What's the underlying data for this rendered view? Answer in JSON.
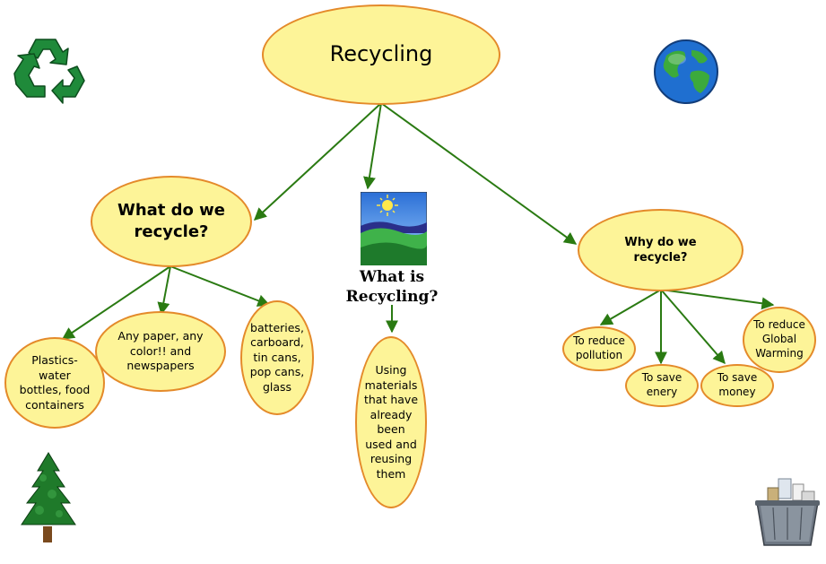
{
  "root": {
    "label": "Recycling"
  },
  "center": {
    "title": "What is\nRecycling?",
    "definition": "Using\nmaterials\nthat have\nalready\nbeen\nused and\nreusing\nthem"
  },
  "left": {
    "question": "What do we\nrecycle?",
    "items": [
      "Plastics-\nwater\nbottles, food\ncontainers",
      "Any paper, any\ncolor!! and\nnewspapers",
      "batteries,\ncarboard,\ntin cans,\npop cans,\nglass"
    ]
  },
  "right": {
    "question": "Why do we\nrecycle?",
    "items": [
      "To reduce\npollution",
      "To save\nenery",
      "To save\nmoney",
      "To reduce\nGlobal\nWarming"
    ]
  },
  "icons": {
    "top_left": "recycle-icon",
    "top_right": "globe-icon",
    "bottom_left": "tree-icon",
    "bottom_right": "recycling-bin-icon",
    "center_picture": "landscape-picture-icon"
  },
  "colors": {
    "node_fill": "#fdf498",
    "node_border": "#e48a2a",
    "edge": "#2a7a12"
  }
}
